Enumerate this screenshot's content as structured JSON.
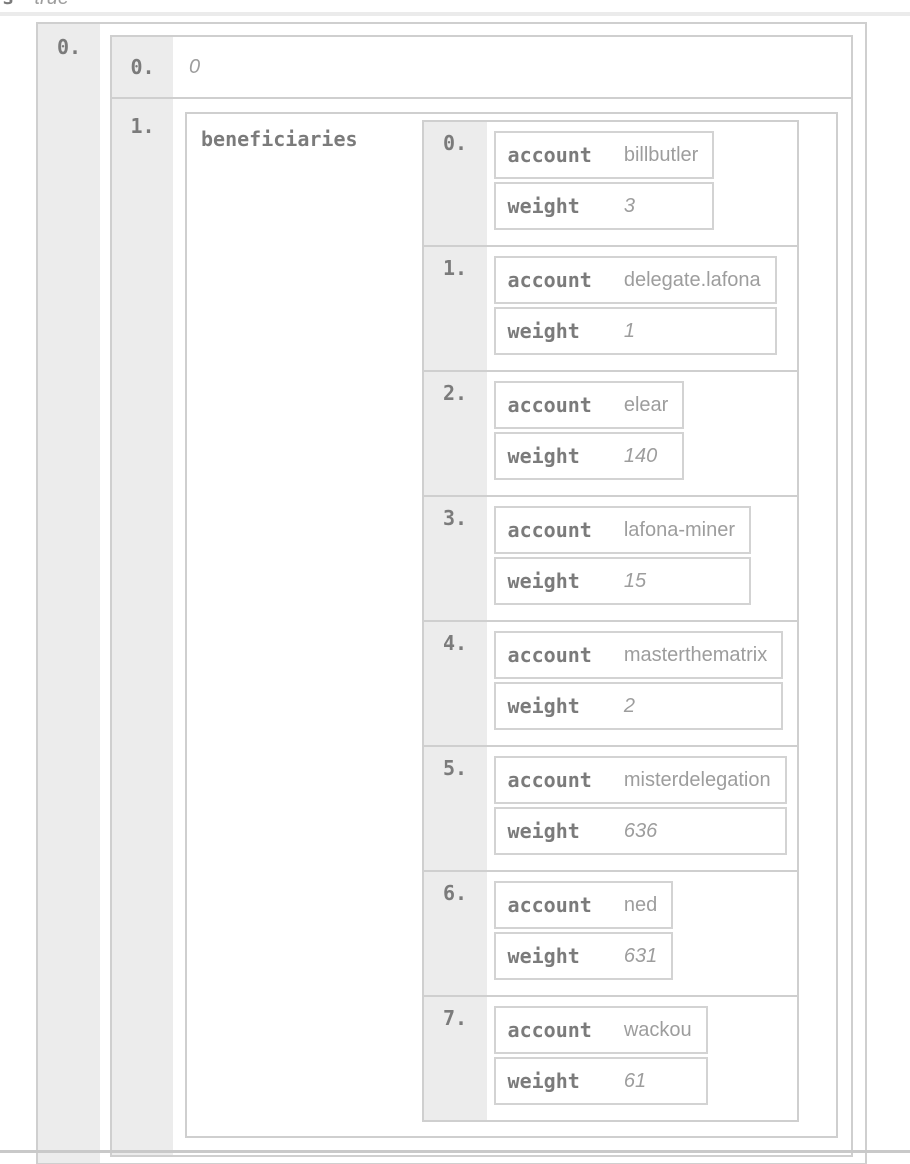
{
  "page": {
    "clipped_row": {
      "key_fragment": "s",
      "value_fragment": "true"
    },
    "outer_list": {
      "index_label": "0."
    },
    "inner_list": {
      "first_item": {
        "index_label": "0.",
        "value": "0"
      },
      "second_item": {
        "index_label": "1."
      }
    },
    "beneficiaries_object": {
      "key_label": "beneficiaries"
    },
    "beneficiaries_list": {
      "items": [
        {
          "index_label": "0.",
          "account_label": "account",
          "account_value": "billbutler",
          "weight_label": "weight",
          "weight_value": "3"
        },
        {
          "index_label": "1.",
          "account_label": "account",
          "account_value": "delegate.lafona",
          "weight_label": "weight",
          "weight_value": "1"
        },
        {
          "index_label": "2.",
          "account_label": "account",
          "account_value": "elear",
          "weight_label": "weight",
          "weight_value": "140"
        },
        {
          "index_label": "3.",
          "account_label": "account",
          "account_value": "lafona-miner",
          "weight_label": "weight",
          "weight_value": "15"
        },
        {
          "index_label": "4.",
          "account_label": "account",
          "account_value": "masterthematrix",
          "weight_label": "weight",
          "weight_value": "2"
        },
        {
          "index_label": "5.",
          "account_label": "account",
          "account_value": "misterdelegation",
          "weight_label": "weight",
          "weight_value": "636"
        },
        {
          "index_label": "6.",
          "account_label": "account",
          "account_value": "ned",
          "weight_label": "weight",
          "weight_value": "631"
        },
        {
          "index_label": "7.",
          "account_label": "account",
          "account_value": "wackou",
          "weight_label": "weight",
          "weight_value": "61"
        }
      ]
    },
    "colors": {
      "border": "#cfcfcf",
      "object_row_border": "#d3d3d3",
      "index_cell_bg": "#ececec",
      "key_text": "#7b7b7b",
      "value_text": "#9d9d9d",
      "top_divider": "#ebebeb",
      "bottom_divider": "#c9c9c9"
    }
  }
}
